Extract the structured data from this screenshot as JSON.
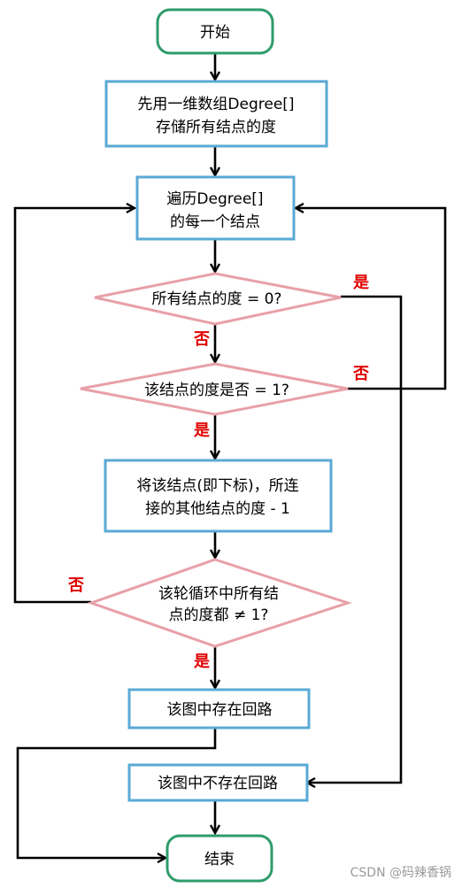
{
  "colors": {
    "terminal_stroke": "#2e9c6a",
    "process_stroke": "#5aa9d6",
    "decision_stroke": "#e8a0a8",
    "label": "#e00000",
    "line": "#000000"
  },
  "nodes": {
    "start": {
      "text": "开始"
    },
    "step1": {
      "line1": "先用一维数组Degree[]",
      "line2": "存储所有结点的度"
    },
    "step2": {
      "line1": "遍历Degree[]",
      "line2": "的每一个结点"
    },
    "decision1": {
      "text": "所有结点的度 = 0?"
    },
    "decision2": {
      "text": "该结点的度是否 = 1?"
    },
    "step3": {
      "line1": "将该结点(即下标)，所连",
      "line2": "接的其他结点的度 - 1"
    },
    "decision3": {
      "line1": "该轮循环中所有结",
      "line2": "点的度都 ≠ 1?"
    },
    "cycle_exists": {
      "text": "该图中存在回路"
    },
    "no_cycle": {
      "text": "该图中不存在回路"
    },
    "end": {
      "text": "结束"
    }
  },
  "labels": {
    "d1_yes": "是",
    "d1_no": "否",
    "d2_yes": "是",
    "d2_no": "否",
    "d3_yes": "是",
    "d3_no": "否"
  },
  "watermark": "CSDN @码辣香锅"
}
